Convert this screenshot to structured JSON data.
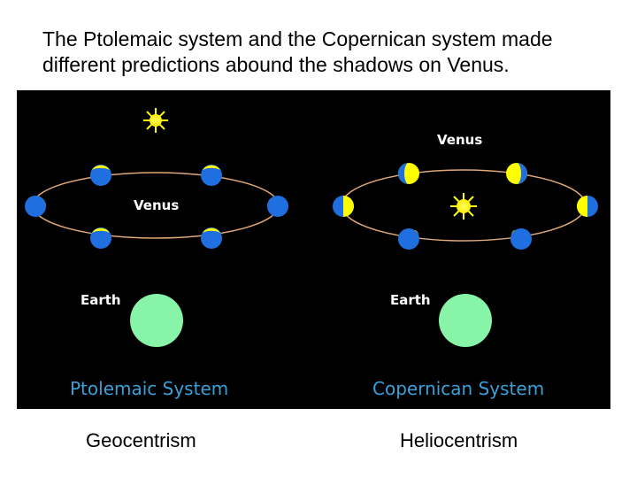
{
  "slide": {
    "title_line1": "The Ptolemaic system and the Copernican system made",
    "title_line2": "different predictions abound the shadows on Venus."
  },
  "colors": {
    "background": "#000000",
    "orbit": "#e0a878",
    "venus_blue": "#1f6fe0",
    "venus_lit": "#ffff00",
    "sun": "#ffff00",
    "earth": "#88f4a8",
    "label": "#ffffff",
    "system_title": "#3aa0d8"
  },
  "diagrams": {
    "ptolemaic": {
      "venus_label": "Venus",
      "earth_label": "Earth",
      "system_title": "Ptolemaic System",
      "caption": "Geocentrism"
    },
    "copernican": {
      "venus_label": "Venus",
      "earth_label": "Earth",
      "system_title": "Copernican System",
      "caption": "Heliocentrism"
    }
  }
}
